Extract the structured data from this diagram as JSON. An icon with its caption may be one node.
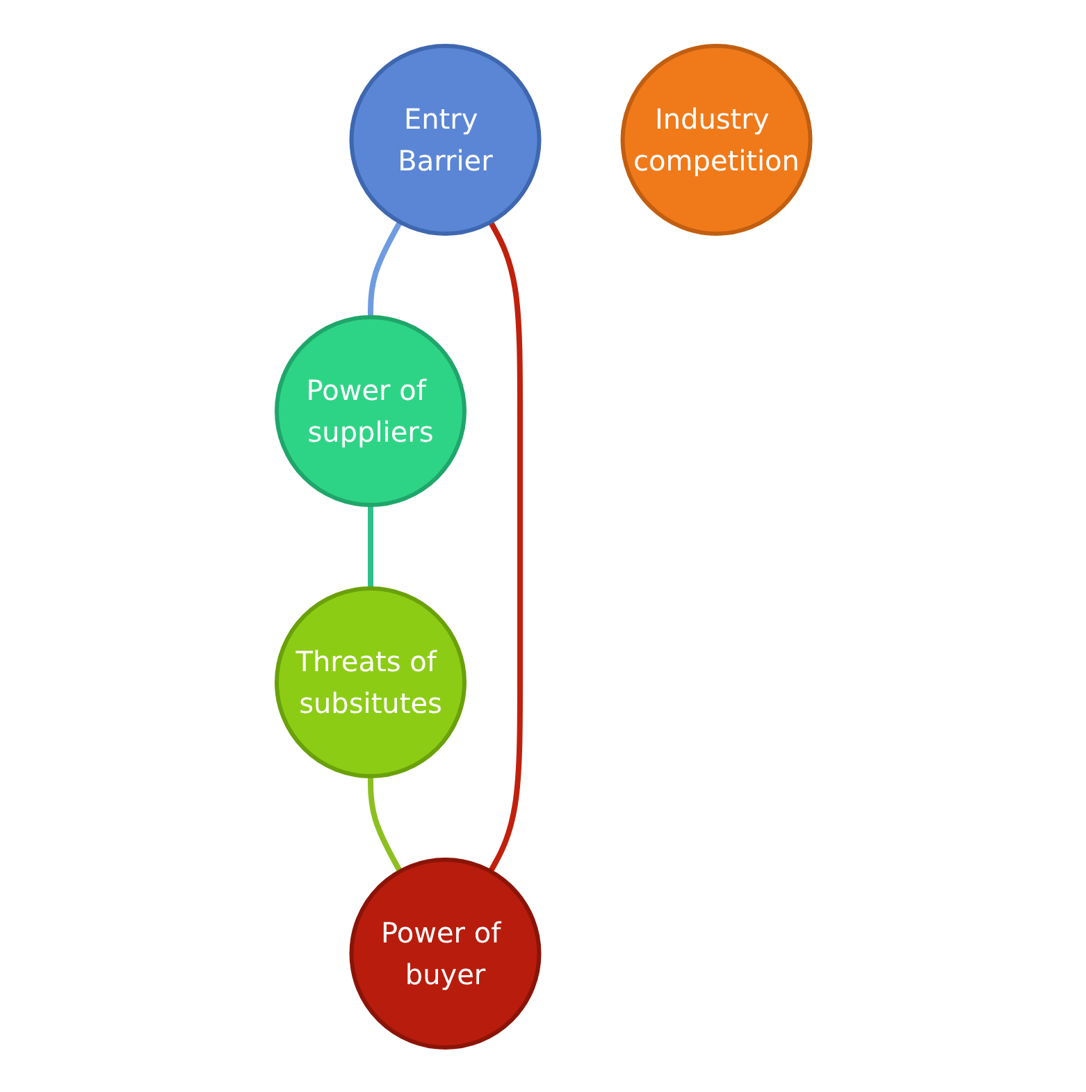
{
  "diagram": {
    "nodes": [
      {
        "text": [
          "Entry Barrier"
        ]
      },
      {
        "text": [
          "Power of buyer"
        ]
      },
      {
        "text": [
          "Industry competition"
        ]
      },
      {
        "text": [
          "Power of suppliers"
        ]
      },
      {
        "text": [
          "Threats of subsitutes"
        ]
      }
    ],
    "edges": [
      {
        "from": 0,
        "to": 3,
        "arrow": "none",
        "color": "#6f9be0"
      },
      {
        "from": 3,
        "to": 4,
        "arrow": "none",
        "color": "#2fbf8a"
      },
      {
        "from": 4,
        "to": 1,
        "arrow": "none",
        "color": "#8cc020"
      },
      {
        "from": 1,
        "to": 0,
        "arrow": "none",
        "color": "#c0200c"
      }
    ]
  }
}
